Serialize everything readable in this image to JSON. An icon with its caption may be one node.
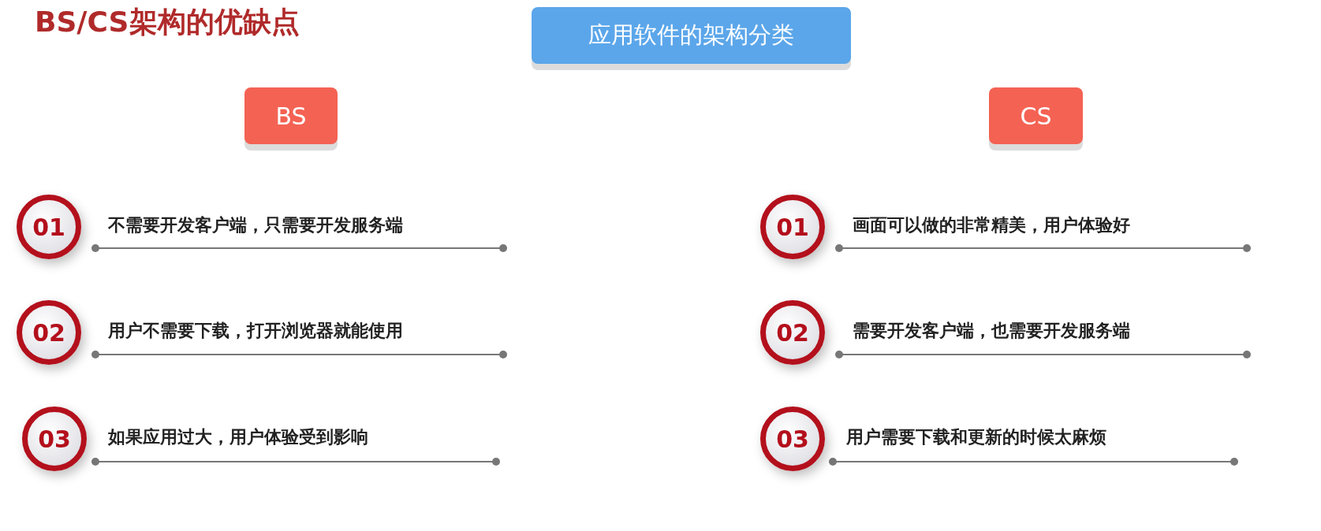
{
  "diagram": {
    "title": "BS/CS架构的优缺点",
    "nodes": [
      {
        "text": [
          "应用软件的架构分类"
        ]
      },
      {
        "text": [
          "BS"
        ]
      },
      {
        "text": [
          "CS"
        ]
      },
      {
        "text": [
          "01"
        ],
        "beside": [
          "不需要开发客户端，只需要开发服务端"
        ]
      },
      {
        "text": [
          "02"
        ],
        "beside": [
          "用户不需要下载，打开浏览器就能使用"
        ]
      },
      {
        "text": [
          "03"
        ],
        "beside": [
          "如果应用过大，用户体验受到影响"
        ]
      },
      {
        "text": [
          "01"
        ],
        "beside": [
          "画面可以做的非常精美，用户体验好"
        ]
      },
      {
        "text": [
          "02"
        ],
        "beside": [
          "需要开发客户端，也需要开发服务端"
        ]
      },
      {
        "text": [
          "03"
        ],
        "beside": [
          "用户需要下载和更新的时候太麻烦"
        ]
      }
    ]
  }
}
